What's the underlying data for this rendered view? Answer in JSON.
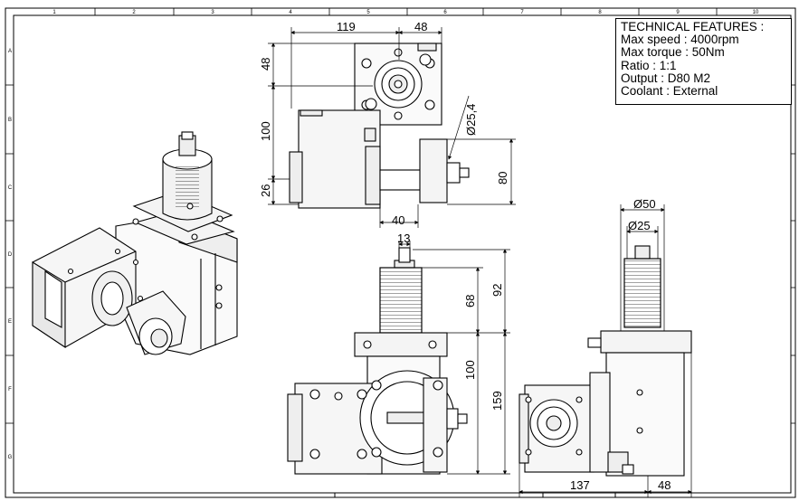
{
  "drawing": {
    "border_columns": [
      "1",
      "2",
      "3",
      "4",
      "5",
      "6",
      "7",
      "8",
      "9",
      "10"
    ],
    "border_rows": [
      "A",
      "B",
      "C",
      "D",
      "E",
      "F",
      "G"
    ],
    "technical_features": {
      "title": "TECHNICAL FEATURES :",
      "lines": [
        "Max speed : 4000rpm",
        "Max torque : 50Nm",
        "Ratio : 1:1",
        "Output : D80 M2",
        "Coolant : External"
      ]
    },
    "dimensions": {
      "top_width": "119",
      "top_right": "48",
      "top_height": "48",
      "body_height": "100",
      "bottom_offset": "26",
      "output_diameter": "Ø25,4",
      "output_height": "80",
      "shaft_width": "40",
      "key_width": "13",
      "shank_length": "68",
      "shank_total": "92",
      "body_height_2": "100",
      "overall_height": "159",
      "collar_diameter": "Ø50",
      "shank_diameter": "Ø25",
      "side_width": "137",
      "side_right": "48"
    },
    "colors": {
      "line": "#000000",
      "background": "#ffffff",
      "shade": "#d9d9d9"
    }
  }
}
